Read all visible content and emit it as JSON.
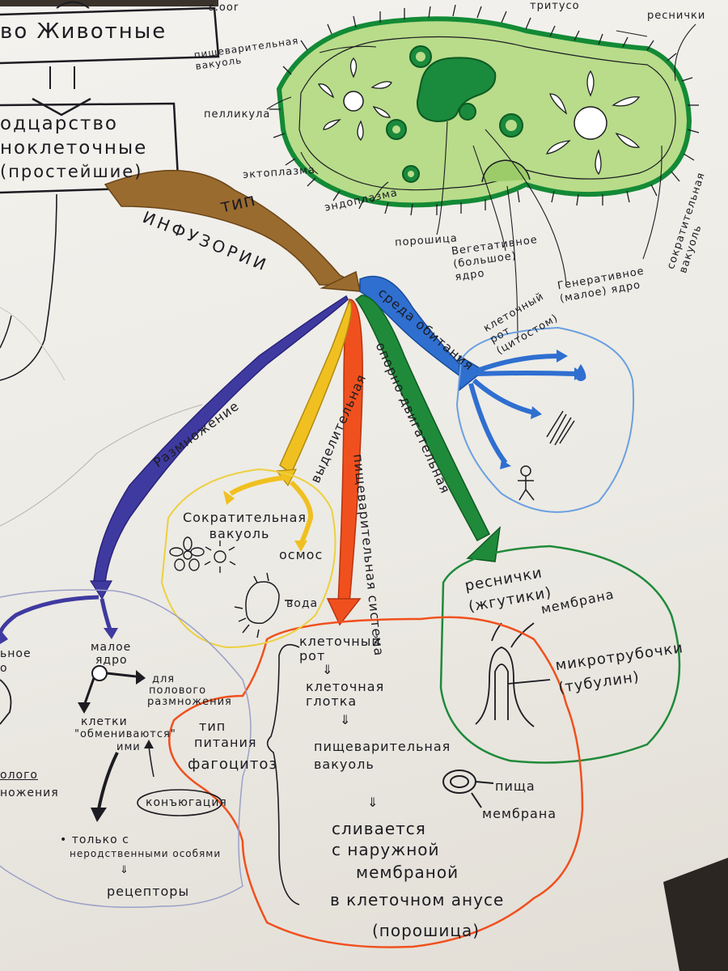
{
  "header": {
    "top_left_fragment": "s.oor",
    "top_label_cut": "тритусо",
    "kingdom": "во Животные",
    "subkingdom_line1": "одцарство",
    "subkingdom_line2": "ноклеточные",
    "subkingdom_line3": "(простейшие)",
    "type_label": "тип",
    "phylum": "ИНФУЗОРИИ"
  },
  "organism_labels": {
    "cilia_top": "реснички",
    "digestive_vacuole": "пищеварительная вакуоль",
    "pellicle": "пелликула",
    "ectoplasm": "эктоплазма",
    "endoplasm": "эндоплазма",
    "powder": "порошица",
    "macronucleus": "Вегетативное (большое) ядро",
    "mouth": "клеточный рот (цитостом)",
    "micronucleus": "Генеративное (малое) ядро",
    "contractile": "сократительная вакуоль"
  },
  "branches": {
    "habitat": "среда обитания",
    "support_motor": "опорно-двигательная",
    "digestive": "пищеварительная система",
    "excretory": "выделительная",
    "reproduction": "Размножение"
  },
  "excretory_section": {
    "vacuole": "Сократительная вакуоль",
    "osmosis": "осмос",
    "water": "вода"
  },
  "support_section": {
    "title": "реснички (жгутики)",
    "membrane": "мембрана",
    "microtubules": "микротрубочки (тубулин)"
  },
  "digestive_section": {
    "step1": "клеточный рот",
    "step2": "клеточная глотка",
    "step3": "пищеварительная вакуоль",
    "step4_l1": "сливается",
    "step4_l2": "с наружной",
    "step4_l3": "мембраной",
    "step4_l4": "в клеточном анусе",
    "step4_l5": "(порошица)",
    "food": "пища",
    "membrane": "мембрана",
    "nutrition_l1": "тип",
    "nutrition_l2": "питания",
    "nutrition_l3": "фагоцитоз",
    "arrow": "⇓"
  },
  "reproduction_section": {
    "left_cut1": "ьное",
    "left_cut2": "о",
    "left_cut3": "олого",
    "left_cut4": "ножения",
    "small_nucleus_l1": "малое",
    "small_nucleus_l2": "ядро",
    "for_sexual_l1": "для",
    "for_sexual_l2": "полового",
    "for_sexual_l3": "размножения",
    "exchange_l1": "клетки",
    "exchange_l2": "\"обмениваются\"",
    "exchange_l3": "ими",
    "conjugation": "конъюгация",
    "only_l1": "• только с",
    "only_l2": "неродственными особями",
    "receptors": "рецепторы",
    "arrow": "⇓"
  },
  "colors": {
    "paper": "#eeece7",
    "background": "#2b2621",
    "ink": "#1c1c22",
    "brown": "#9a6b2f",
    "blue": "#2f6fd0",
    "green": "#1f8a3a",
    "orange": "#f0501e",
    "yellow": "#f0c020",
    "purple": "#3f3aa0",
    "organism_fill": "#b8dc8a",
    "organism_outline": "#138a36"
  },
  "icons": [
    "paramecium-drawing",
    "star-vacuole-icon",
    "water-drop-icon",
    "stick-figure-icon",
    "cilium-diagram-icon",
    "food-vacuole-icon"
  ]
}
